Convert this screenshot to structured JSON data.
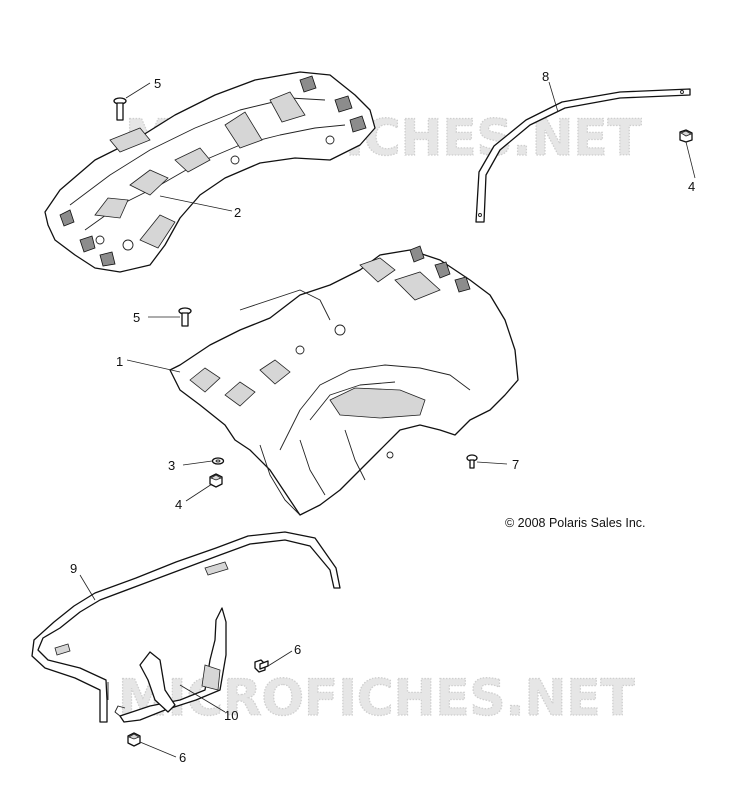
{
  "watermarks": [
    "MICROFICHES.NET",
    "MICROFICHES.NET"
  ],
  "copyright": "© 2008 Polaris Sales Inc.",
  "callouts": [
    {
      "number": "1"
    },
    {
      "number": "2"
    },
    {
      "number": "3"
    },
    {
      "number": "4"
    },
    {
      "number": "4"
    },
    {
      "number": "5"
    },
    {
      "number": "5"
    },
    {
      "number": "6"
    },
    {
      "number": "6"
    },
    {
      "number": "7"
    },
    {
      "number": "8"
    },
    {
      "number": "9"
    },
    {
      "number": "10"
    }
  ]
}
